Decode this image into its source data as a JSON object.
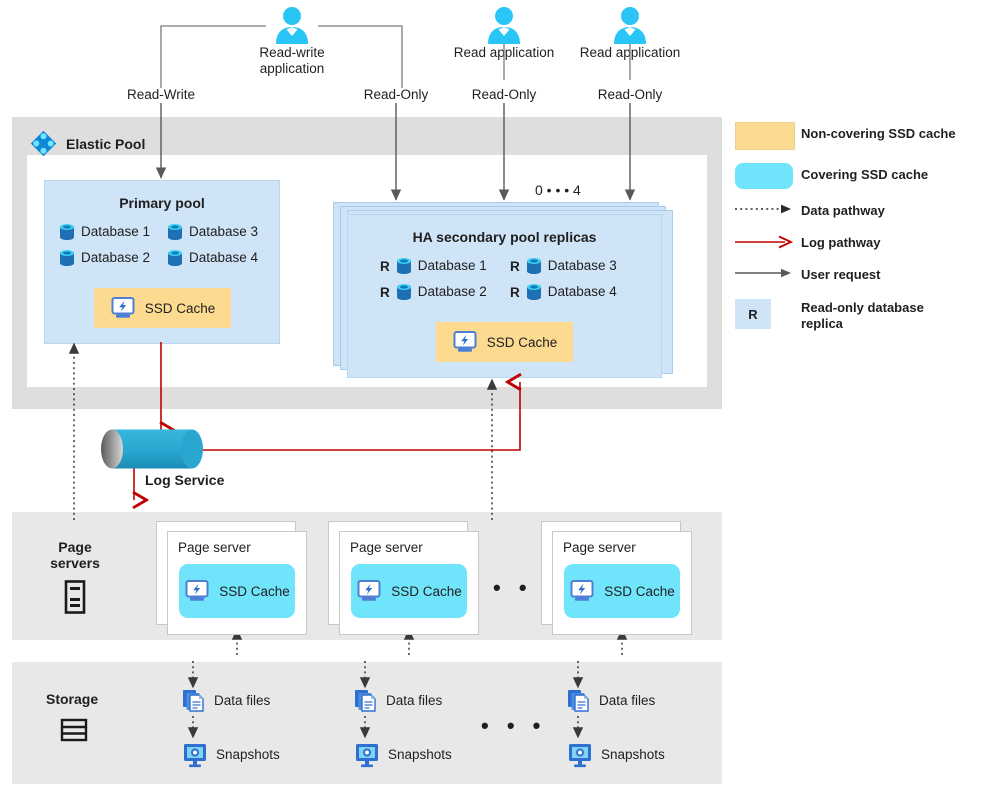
{
  "clients": [
    {
      "id": "read-write-application",
      "label_line1": "Read-write",
      "label_line2": "application",
      "icon": "user-icon"
    },
    {
      "id": "read-application-1",
      "label_line1": "Read application",
      "label_line2": "",
      "icon": "user-icon"
    },
    {
      "id": "read-application-2",
      "label_line1": "Read application",
      "label_line2": "",
      "icon": "user-icon"
    }
  ],
  "connections": [
    {
      "id": "read-write",
      "label": "Read-Write"
    },
    {
      "id": "read-only-1",
      "label": "Read-Only"
    },
    {
      "id": "read-only-2",
      "label": "Read-Only"
    },
    {
      "id": "read-only-3",
      "label": "Read-Only"
    }
  ],
  "elastic_pool": {
    "title": "Elastic Pool",
    "icon": "elastic-pool-icon",
    "primary": {
      "title": "Primary pool",
      "databases": [
        "Database 1",
        "Database 3",
        "Database 2",
        "Database 4"
      ],
      "cache_label": "SSD Cache",
      "cache_icon": "ssd-cache-icon",
      "cache_type": "Non-covering SSD cache"
    },
    "secondary": {
      "title": "HA secondary pool replicas",
      "replica_range": "0  •  •  •  4",
      "replica_badge": "R",
      "databases": [
        "Database 1",
        "Database 3",
        "Database 2",
        "Database 4"
      ],
      "cache_label": "SSD Cache",
      "cache_icon": "ssd-cache-icon",
      "cache_type": "Non-covering SSD cache"
    }
  },
  "log_service": {
    "label": "Log Service",
    "icon": "cylinder-icon"
  },
  "page_servers": {
    "title_line1": "Page",
    "title_line2": "servers",
    "icon": "server-rack-icon",
    "ellipsis": "• • •",
    "cards": [
      {
        "title": "Page server",
        "cache_label": "SSD Cache",
        "cache_icon": "ssd-cache-icon"
      },
      {
        "title": "Page server",
        "cache_label": "SSD Cache",
        "cache_icon": "ssd-cache-icon"
      },
      {
        "title": "Page server",
        "cache_label": "SSD Cache",
        "cache_icon": "ssd-cache-icon"
      }
    ]
  },
  "storage": {
    "title": "Storage",
    "icon": "storage-icon",
    "ellipsis": "• • •",
    "columns": [
      {
        "data_files": "Data files",
        "snapshots": "Snapshots",
        "data_icon": "data-files-icon",
        "snap_icon": "snapshots-icon"
      },
      {
        "data_files": "Data files",
        "snapshots": "Snapshots",
        "data_icon": "data-files-icon",
        "snap_icon": "snapshots-icon"
      },
      {
        "data_files": "Data files",
        "snapshots": "Snapshots",
        "data_icon": "data-files-icon",
        "snap_icon": "snapshots-icon"
      }
    ]
  },
  "legend": {
    "items": [
      {
        "key": "swatch-amber",
        "label": "Non-covering SSD cache"
      },
      {
        "key": "swatch-cyan",
        "label": "Covering SSD cache"
      },
      {
        "key": "arrow-dotted",
        "label": "Data pathway"
      },
      {
        "key": "arrow-red",
        "label": "Log pathway"
      },
      {
        "key": "arrow-gray",
        "label": "User request"
      },
      {
        "key": "badge-r",
        "label_line1": "Read-only database",
        "label_line2": "replica",
        "badge": "R"
      }
    ]
  },
  "colors": {
    "pool_fill": "#cfe4f7",
    "cache_amber": "#fcdb90",
    "cache_cyan": "#6fe4fb",
    "band_gray": "#dedede",
    "log_red": "#c00000",
    "user_gray": "#595959",
    "accent_blue": "#0f86d8"
  }
}
